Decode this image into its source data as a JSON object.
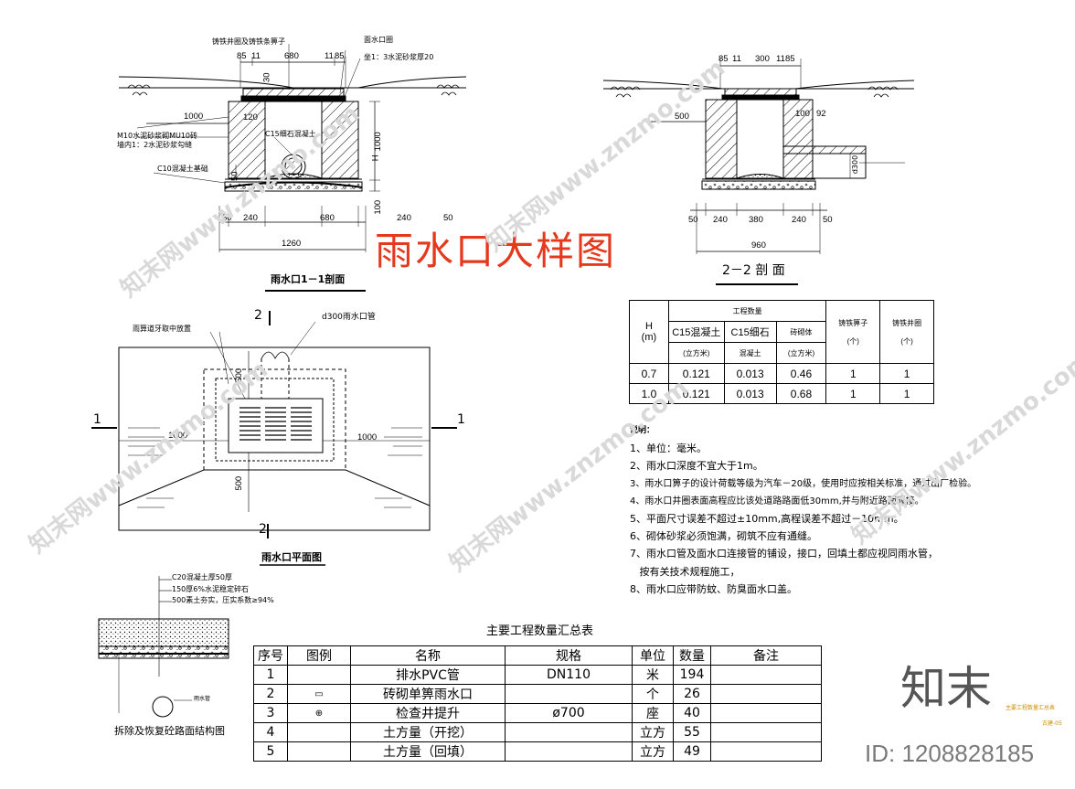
{
  "main_title": "雨水口大样图",
  "section11": {
    "title": "雨水口1－1剖面",
    "top_note": "铸铁井圈及铸铁条箅子",
    "right_note1": "面水口圈",
    "right_note2": "坐1：3水泥砂浆厚20",
    "left_note1": "M10水泥砂浆砌MU10砖",
    "left_note2": "墙内1：2水泥砂浆勾缝",
    "left_note3": "C10混凝土基础",
    "center_note": "C15细石混凝土",
    "dims_top": [
      "85",
      "11",
      "680",
      "11",
      "85"
    ],
    "dim_30": "30",
    "dim_20": "20",
    "dim_1000": "1000",
    "dim_120": "120",
    "dim_50": "50",
    "dim_H": "H",
    "dim_1000v": "1000",
    "dim_100": "100",
    "dims_bottom": [
      "50",
      "240",
      "680",
      "240",
      "50"
    ],
    "dim_total": "1260"
  },
  "section22": {
    "title": "2－2 剖 面",
    "dims_top": [
      "85",
      "11",
      "300",
      "11",
      "85"
    ],
    "dim_500": "500",
    "dim_100": "100",
    "dim_92": "92",
    "dim_pipe": "d300",
    "dims_bottom": [
      "50",
      "240",
      "380",
      "240",
      "50"
    ],
    "dim_total": "960"
  },
  "plan": {
    "title": "雨水口平面图",
    "note_grate": "雨算道牙取中放置",
    "note_pipe": "d300雨水口管",
    "mark_2": "2",
    "mark_1": "1",
    "dim_500": "500",
    "dim_1000": "1000"
  },
  "qty_table": {
    "head_h": "H",
    "head_m": "(m)",
    "head_group": "工程数量",
    "cols": [
      {
        "l1": "C15混凝土",
        "l2": "(立方米)"
      },
      {
        "l1": "C15细石",
        "l2": "混凝土"
      },
      {
        "l1": "砖砌体",
        "l2": "(立方米)"
      },
      {
        "l1": "铸铁箅子",
        "l2": "(个)"
      },
      {
        "l1": "铸铁井圈",
        "l2": "(个)"
      }
    ],
    "rows": [
      [
        "0.7",
        "0.121",
        "0.013",
        "0.46",
        "1",
        "1"
      ],
      [
        "1.0",
        "0.121",
        "0.013",
        "0.68",
        "1",
        "1"
      ]
    ]
  },
  "notes": {
    "title": "说明：",
    "items": [
      "1、单位：毫米。",
      "2、雨水口深度不宜大于1m。",
      "3、雨水口箅子的设计荷载等级为汽车－20级，使用时应按相关标准，通过出厂检验。",
      "4、雨水口井圈表面高程应比该处道路路面低30mm,并与附近路面顺接。",
      "5、平面尺寸误差不超过±10mm,高程误差不超过－10mm。",
      "6、砌体砂浆必须饱满，砌筑不应有通缝。",
      "7、雨水口管及面水口连接管的铺设，接口，回填土都应视同雨水管，",
      "   按有关技术规程施工，",
      "8、雨水口应带防蚊、防臭面水口盖。"
    ]
  },
  "pavement": {
    "l1": "C20混凝土厚50厚",
    "l2": "150厚6%水泥稳定碎石",
    "l3": "500素土夯实，压实系数≥94%",
    "pipe_note": "雨水管",
    "title": "拆除及恢复砼路面结构图"
  },
  "summary": {
    "title": "主要工程数量汇总表",
    "headers": [
      "序号",
      "图例",
      "名称",
      "规格",
      "单位",
      "数量",
      "备注"
    ],
    "rows": [
      {
        "no": "1",
        "icon": "",
        "name": "排水PVC管",
        "spec": "DN110",
        "unit": "米",
        "qty": "194",
        "note": ""
      },
      {
        "no": "2",
        "icon": "▭",
        "name": "砖砌单箅雨水口",
        "spec": "",
        "unit": "个",
        "qty": "26",
        "note": ""
      },
      {
        "no": "3",
        "icon": "⊕",
        "name": "检查井提升",
        "spec": "ø700",
        "unit": "座",
        "qty": "40",
        "note": ""
      },
      {
        "no": "4",
        "icon": "",
        "name": "土方量（开挖）",
        "spec": "",
        "unit": "立方",
        "qty": "55",
        "note": ""
      },
      {
        "no": "5",
        "icon": "",
        "name": "土方量（回填）",
        "spec": "",
        "unit": "立方",
        "qty": "49",
        "note": ""
      }
    ]
  },
  "titleblock": {
    "logo": "知末",
    "sheet_title": "主要工程数量汇总表",
    "sheet_no": "古建-05",
    "id": "ID: 1208828185"
  },
  "watermark": "知末网www.znzmo.com",
  "colors": {
    "accent_red": "#e5391d",
    "line": "#000000",
    "logo_gray": "#555555",
    "sheet_orange": "#d08a00"
  }
}
